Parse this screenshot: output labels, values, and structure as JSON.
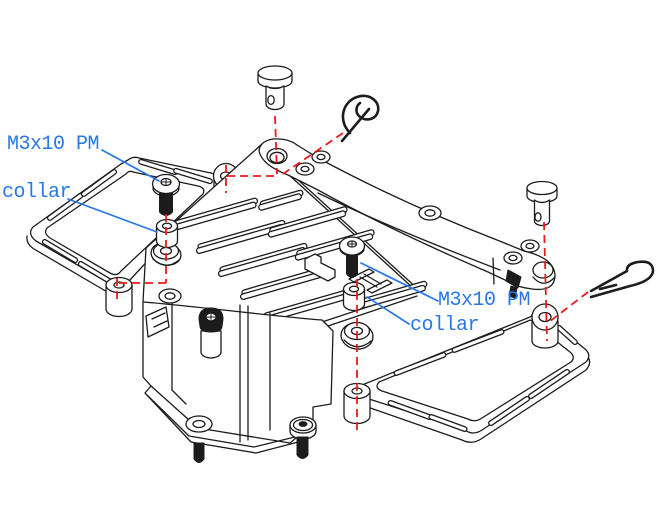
{
  "labels": {
    "left_screw": "M3x10 PM",
    "left_collar": "collar",
    "right_screw": "M3x10 PM",
    "right_collar": "collar"
  },
  "colors": {
    "line": "#1c1c1c",
    "label_blue": "#2878e8",
    "guide_red": "#ee1a1a",
    "background": "#ffffff"
  },
  "parts": [
    "main chassis plate",
    "upper body mount brace",
    "left body mount frame",
    "right body mount frame",
    "gear box with front bumper",
    "M3x10 PM button head screw",
    "collar",
    "body post",
    "body clip"
  ]
}
